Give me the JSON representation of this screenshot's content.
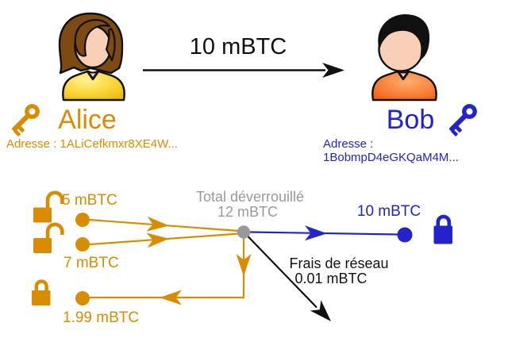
{
  "colors": {
    "orange": "#D98C00",
    "blue": "#2323CC",
    "gray": "#999999",
    "black": "#111111"
  },
  "header": {
    "transfer_amount": "10 mBTC",
    "alice": {
      "name": "Alice",
      "address": "Adresse : 1ALiCefkmxr8XE4W..."
    },
    "bob": {
      "name": "Bob",
      "address": "Adresse : 1BobmpD4eGKQaM4M..."
    }
  },
  "diagram": {
    "unlocked_title": "Total déverrouillé",
    "unlocked_amount": "12 mBTC",
    "inputs": [
      {
        "label": "5 mBTC",
        "lock": "padlock-open-icon"
      },
      {
        "label": "7 mBTC",
        "lock": "padlock-open-icon"
      }
    ],
    "output": {
      "label": "10 mBTC",
      "lock": "padlock-closed-icon"
    },
    "change": {
      "label": "1.99 mBTC",
      "lock": "padlock-closed-icon"
    },
    "fee": {
      "title": "Frais de réseau",
      "amount": "0.01 mBTC"
    }
  },
  "icons": {
    "alice_key": "key-icon",
    "bob_key": "key-icon",
    "alice_avatar": "person-avatar",
    "bob_avatar": "person-avatar"
  }
}
